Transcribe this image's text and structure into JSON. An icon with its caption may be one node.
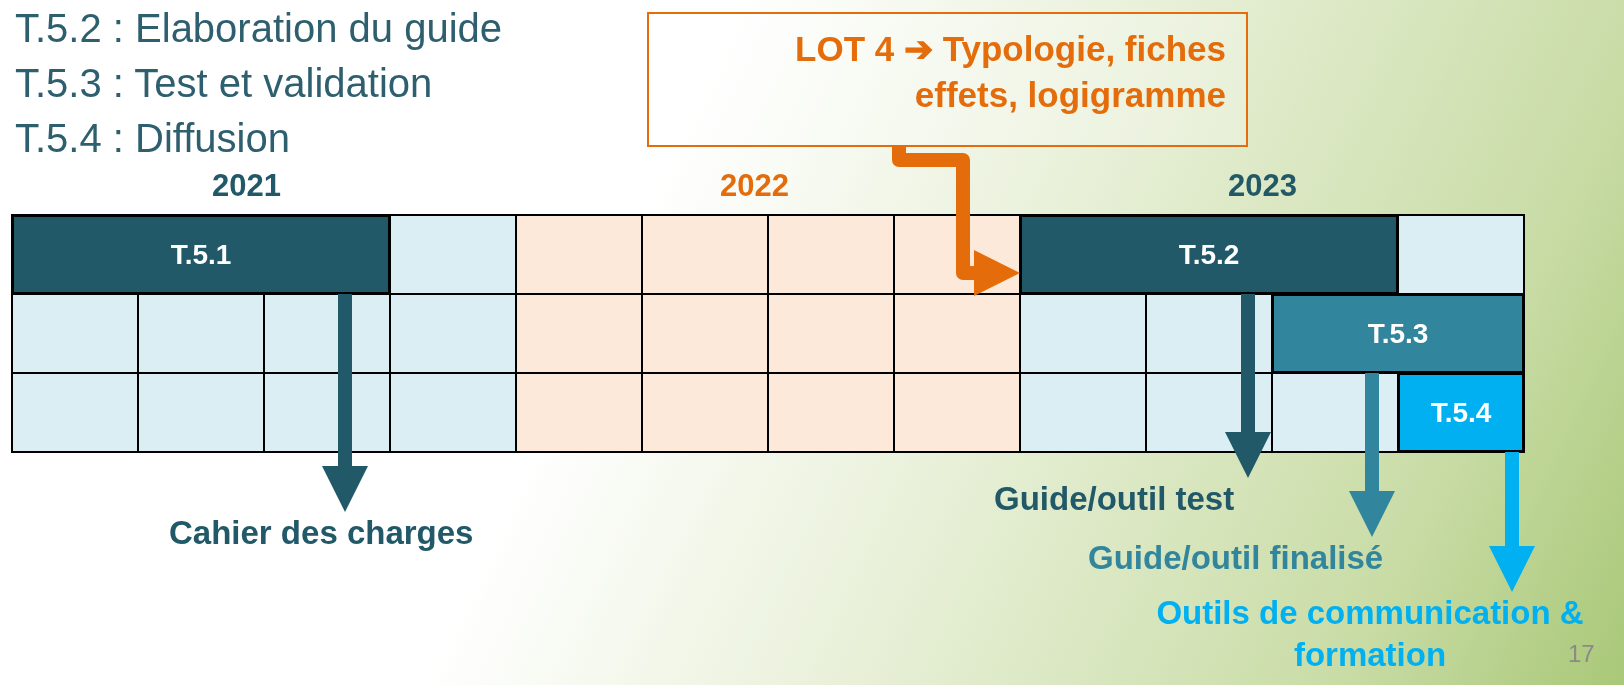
{
  "diagram": {
    "nodes": [
      {
        "text": [
          "LOT 4 ➔ Typologie, fiches effets, logigramme"
        ]
      },
      {
        "text": [
          "T.5.1"
        ]
      },
      {
        "text": [
          "T.5.2"
        ]
      },
      {
        "text": [
          "T.5.3"
        ]
      },
      {
        "text": [
          "T.5.4"
        ]
      },
      {
        "text": [
          "Cahier des charges"
        ]
      },
      {
        "text": [
          "Guide/outil test"
        ]
      },
      {
        "text": [
          "Guide/outil finalisé"
        ]
      },
      {
        "text": [
          "Outils de communication & formation"
        ]
      }
    ],
    "edges": [
      {
        "from": 0,
        "to": 2,
        "arrow": "to",
        "color": "#e46c0a"
      },
      {
        "from": 1,
        "to": 5,
        "arrow": "to"
      },
      {
        "from": 2,
        "to": 6,
        "arrow": "to"
      },
      {
        "from": 3,
        "to": 7,
        "arrow": "to",
        "color": "#31859c"
      },
      {
        "from": 4,
        "to": 8,
        "arrow": "to",
        "color": "#00b0f0"
      }
    ],
    "labels": [
      "T.5.2 : Elaboration du guide",
      "T.5.3 : Test et validation",
      "T.5.4 : Diffusion",
      "2021",
      "2022",
      "2023",
      "17"
    ]
  }
}
